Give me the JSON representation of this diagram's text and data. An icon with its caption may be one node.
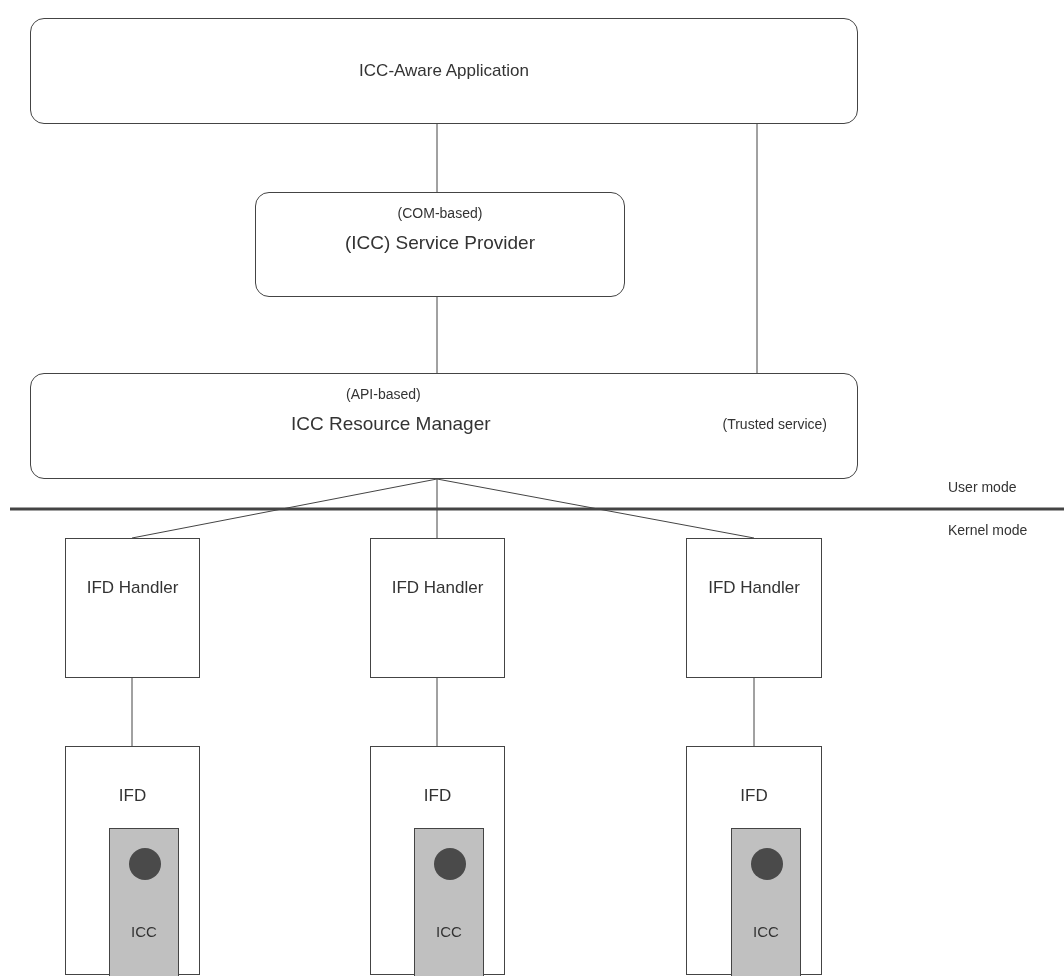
{
  "diagram": {
    "nodes": [
      {
        "text": [
          "ICC-Aware Application"
        ]
      },
      {
        "text": [
          "(COM-based)",
          "(ICC) Service Provider"
        ]
      },
      {
        "text": [
          "(API-based)",
          "ICC Resource Manager",
          "(Trusted service)"
        ]
      },
      {
        "text": [
          "IFD Handler"
        ]
      },
      {
        "text": [
          "IFD Handler"
        ]
      },
      {
        "text": [
          "IFD Handler"
        ]
      },
      {
        "text": [
          "IFD"
        ]
      },
      {
        "text": [
          "ICC"
        ],
        "in": 6
      },
      {
        "text": [
          "IFD"
        ]
      },
      {
        "text": [
          "ICC"
        ],
        "in": 8
      },
      {
        "text": [
          "IFD"
        ]
      },
      {
        "text": [
          "ICC"
        ],
        "in": 10
      }
    ],
    "edges": [
      {
        "from": 0,
        "to": 1,
        "arrow": "none"
      },
      {
        "from": 1,
        "to": 2,
        "arrow": "none"
      },
      {
        "from": 0,
        "to": 2,
        "arrow": "none"
      },
      {
        "from": 2,
        "to": 3,
        "arrow": "none"
      },
      {
        "from": 2,
        "to": 4,
        "arrow": "none"
      },
      {
        "from": 2,
        "to": 5,
        "arrow": "none"
      },
      {
        "from": 3,
        "to": 6,
        "arrow": "none"
      },
      {
        "from": 4,
        "to": 8,
        "arrow": "none"
      },
      {
        "from": 5,
        "to": 10,
        "arrow": "none"
      }
    ],
    "labels": [
      "User mode",
      "Kernel mode"
    ]
  }
}
